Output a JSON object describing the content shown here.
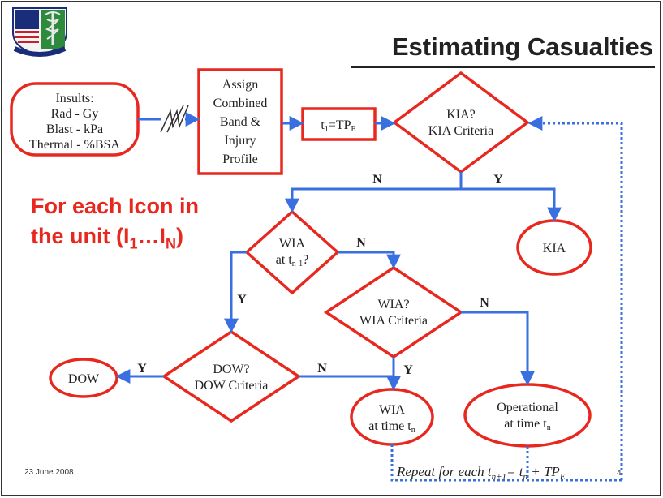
{
  "title": "Estimating Casualties",
  "caption": {
    "line1": "For each Icon in",
    "line2_prefix": "the unit (I",
    "line2_sub1": "1",
    "line2_mid": "…I",
    "line2_subN": "N",
    "line2_suffix": ")"
  },
  "nodes": {
    "insults": {
      "lines": [
        "Insults:",
        "Rad - Gy",
        "Blast - kPa",
        "Thermal - %BSA"
      ]
    },
    "assign": {
      "lines": [
        "Assign",
        "Combined",
        "Band &",
        "Injury",
        "Profile"
      ]
    },
    "t1": {
      "main": "t",
      "sub1": "1",
      "eq": "=TP",
      "subE": "E"
    },
    "kia_decision": {
      "lines": [
        "KIA?",
        "KIA Criteria"
      ]
    },
    "kia": {
      "label": "KIA"
    },
    "wia_prev": {
      "line1": "WIA",
      "line2_main": "at t",
      "line2_sub": "n-1",
      "line2_suffix": "?"
    },
    "wia_decision": {
      "lines": [
        "WIA?",
        "WIA Criteria"
      ]
    },
    "dow_decision": {
      "lines": [
        "DOW?",
        "DOW Criteria"
      ]
    },
    "dow": {
      "label": "DOW"
    },
    "wia_time": {
      "line1": "WIA",
      "line2_main": "at time t",
      "line2_sub": "n"
    },
    "operational": {
      "line1": "Operational",
      "line2_main": "at time t",
      "line2_sub": "n"
    }
  },
  "edge_labels": {
    "kia_no": "N",
    "kia_yes": "Y",
    "wia_prev_no": "N",
    "wia_prev_yes": "Y",
    "wia_no": "N",
    "wia_yes": "Y",
    "dow_no": "N",
    "dow_yes": "Y"
  },
  "repeat_note": {
    "prefix": "Repeat for each t",
    "sub1": "n+1",
    "eq": "= t",
    "sub2": "n",
    "plus": " + TP",
    "sub3": "E"
  },
  "footer": {
    "date": "23 June  2008",
    "page": "4"
  },
  "colors": {
    "red": "#e8281e",
    "blue": "#3a6fe0",
    "text": "#222222"
  },
  "logo": {
    "icon": "caduceus-shield-icon"
  }
}
